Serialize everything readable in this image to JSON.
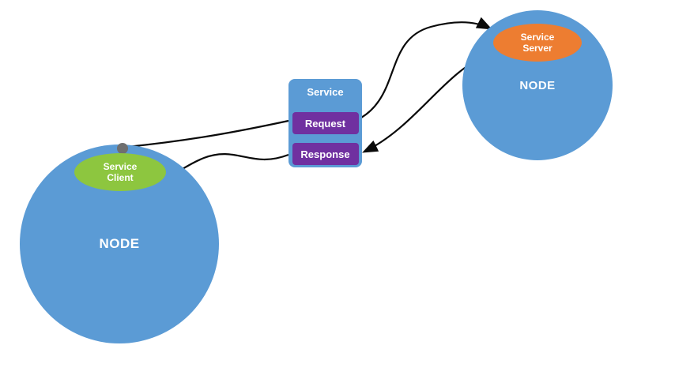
{
  "diagram": {
    "left_node": {
      "label": "NODE",
      "client_label": "Service Client"
    },
    "right_node": {
      "label": "NODE",
      "server_label": "Service Server"
    },
    "service_box": {
      "title": "Service",
      "request_label": "Request",
      "response_label": "Response"
    }
  },
  "colors": {
    "node_fill": "#5b9bd5",
    "service_fill": "#5b9bd5",
    "client_fill": "#8dc63f",
    "server_fill": "#ed7d31",
    "btn_fill": "#7030a0",
    "dot_fill": "#6f6f6f",
    "arrow_color": "#0a0a0a"
  }
}
